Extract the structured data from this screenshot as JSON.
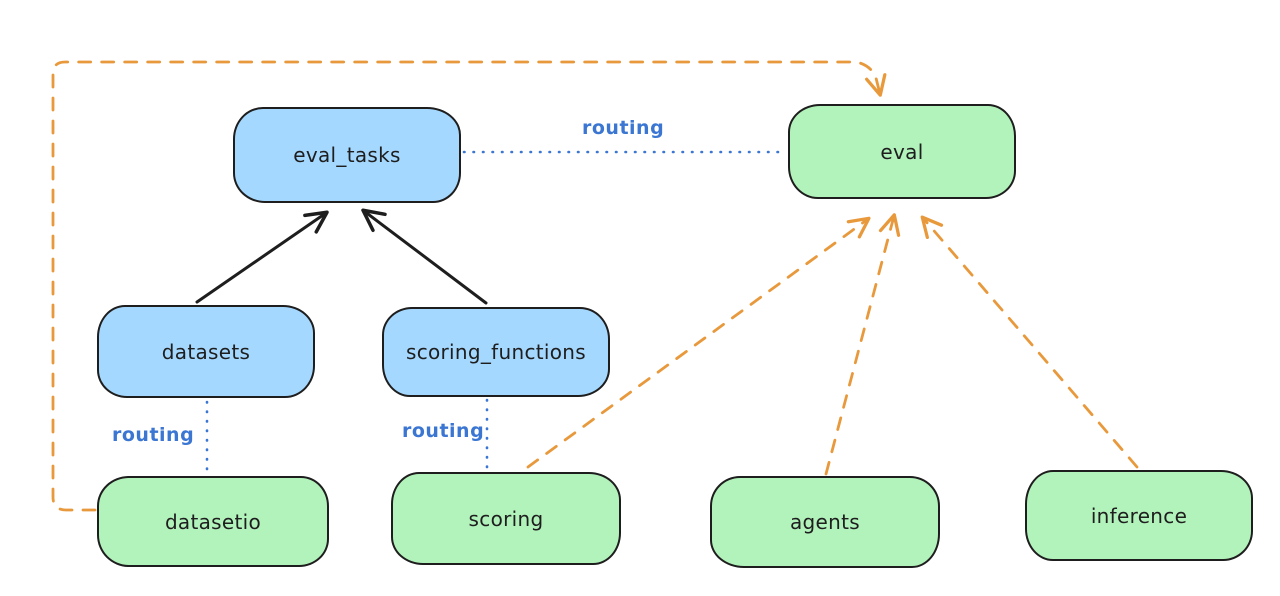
{
  "diagram": {
    "type": "architecture-flow-diagram",
    "background": "#ffffff",
    "colors": {
      "api_box_fill": "#a5d8ff",
      "provider_box_fill": "#b2f2bb",
      "box_stroke": "#1e1e1e",
      "solid_arrow": "#1e1e1e",
      "routing_blue": "#3a76d2",
      "dependency_orange": "#e8993c"
    },
    "nodes": [
      {
        "id": "eval_tasks",
        "label": "eval_tasks",
        "kind": "blue"
      },
      {
        "id": "eval",
        "label": "eval",
        "kind": "green"
      },
      {
        "id": "datasets",
        "label": "datasets",
        "kind": "blue"
      },
      {
        "id": "scoring_functions",
        "label": "scoring_functions",
        "kind": "blue"
      },
      {
        "id": "datasetio",
        "label": "datasetio",
        "kind": "green"
      },
      {
        "id": "scoring",
        "label": "scoring",
        "kind": "green"
      },
      {
        "id": "agents",
        "label": "agents",
        "kind": "green"
      },
      {
        "id": "inference",
        "label": "inference",
        "kind": "green"
      }
    ],
    "edge_labels": [
      {
        "id": "routing-eval_tasks-eval",
        "text": "routing"
      },
      {
        "id": "routing-datasets-datasetio",
        "text": "routing"
      },
      {
        "id": "routing-scoring_functions-scoring",
        "text": "routing"
      }
    ],
    "edges": [
      {
        "from": "datasets",
        "to": "eval_tasks",
        "style": "solid-black-arrow"
      },
      {
        "from": "scoring_functions",
        "to": "eval_tasks",
        "style": "solid-black-arrow"
      },
      {
        "from": "eval_tasks",
        "to": "eval",
        "style": "dotted-blue",
        "label": "routing"
      },
      {
        "from": "datasets",
        "to": "datasetio",
        "style": "dotted-blue",
        "label": "routing"
      },
      {
        "from": "scoring_functions",
        "to": "scoring",
        "style": "dotted-blue",
        "label": "routing"
      },
      {
        "from": "datasetio",
        "to": "eval",
        "style": "dashed-orange-arrow"
      },
      {
        "from": "scoring",
        "to": "eval",
        "style": "dashed-orange-arrow"
      },
      {
        "from": "agents",
        "to": "eval",
        "style": "dashed-orange-arrow"
      },
      {
        "from": "inference",
        "to": "eval",
        "style": "dashed-orange-arrow"
      }
    ]
  }
}
